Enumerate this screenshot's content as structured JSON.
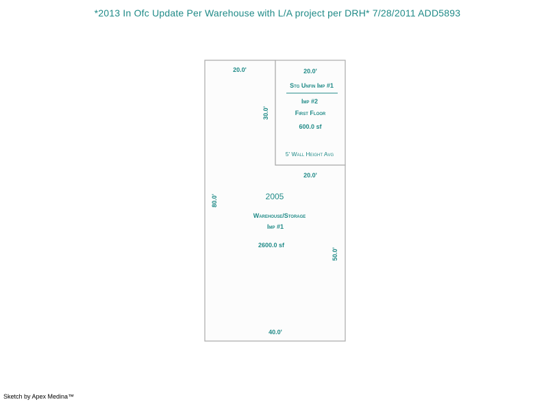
{
  "title": "*2013 In Ofc Update Per Warehouse with L/A project per DRH* 7/28/2011 ADD5893",
  "colors": {
    "text": "#1f8a87",
    "outline": "#aaaaaa",
    "fill": "#fcfcfc",
    "footer": "#000000"
  },
  "sketch": {
    "main_area": {
      "dims": {
        "top": "20.0'",
        "left": "80.0'",
        "inner_vertical": "30.0'",
        "inner_horizontal": "20.0'",
        "right": "50.0'",
        "bottom": "40.0'"
      },
      "year": "2005",
      "use": "Warehouse/Storage",
      "imp": "Imp #1",
      "area": "2600.0 sf"
    },
    "inset_area": {
      "dim_top": "20.0'",
      "label1": "Stg Unfin Imp #1",
      "label2": "Imp #2",
      "label3": "First Floor",
      "area": "600.0 sf",
      "wall_height": "5' Wall Height Avg"
    }
  },
  "footer": "Sketch by Apex Medina™"
}
